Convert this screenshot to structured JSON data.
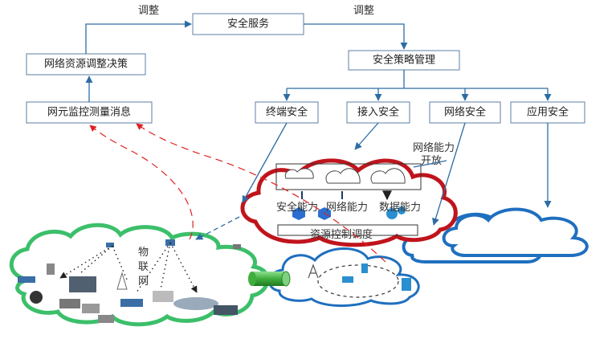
{
  "boxes": {
    "security_service": "安全服务",
    "network_resource_decision": "网络资源调整决策",
    "security_policy_mgmt": "安全策略管理",
    "element_monitor": "网元监控测量消息",
    "endpoint_security": "终端安全",
    "access_security": "接入安全",
    "network_security": "网络安全",
    "application_security": "应用安全"
  },
  "labels": {
    "adjust_left": "调整",
    "adjust_right": "调整",
    "network_capability_open": "网络能力\n开放",
    "security_capability": "安全能力",
    "network_capability": "网络能力",
    "data_capability": "数据能力",
    "resource_scheduling": "资源控制调度",
    "iot": "物\n联\n网"
  },
  "colors": {
    "box_border": "#5b7fa6",
    "arrow": "#2e6ca4",
    "red_cloud": "#c0141c",
    "blue_cloud": "#1f6fbf",
    "green_cloud": "#3cbf6a",
    "dashed_red": "#e02020"
  }
}
